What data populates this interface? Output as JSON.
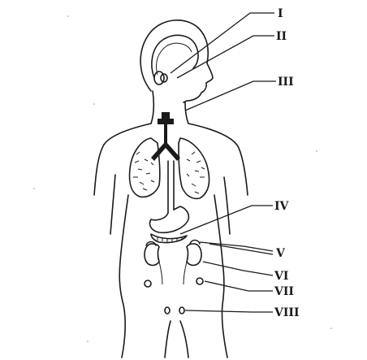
{
  "diagram": {
    "labels": [
      {
        "id": "I",
        "text": "I"
      },
      {
        "id": "II",
        "text": "II"
      },
      {
        "id": "III",
        "text": "III"
      },
      {
        "id": "IV",
        "text": "IV"
      },
      {
        "id": "V",
        "text": "V"
      },
      {
        "id": "VI",
        "text": "VI"
      },
      {
        "id": "VII",
        "text": "VII"
      },
      {
        "id": "VIII",
        "text": "VIII"
      }
    ]
  },
  "colors": {
    "ink": "#1a1a1a",
    "background": "#ffffff"
  }
}
